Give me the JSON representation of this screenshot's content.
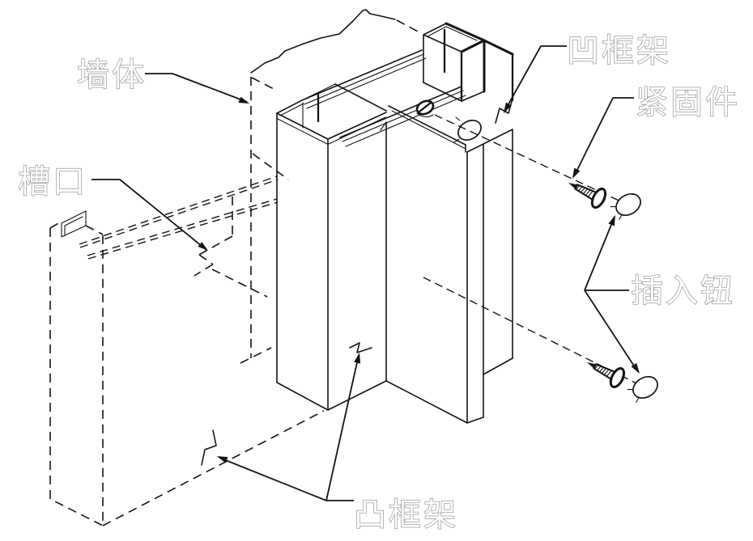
{
  "page": {
    "background": "#ffffff"
  },
  "drawing": {
    "type": "exploded isometric assembly line drawing",
    "line_color": "#141414",
    "label_outline_color": "#8a8a8a",
    "labels": {
      "wall": "墙体",
      "slot": "槽口",
      "concave_frame": "凹框架",
      "fastener": "紧固件",
      "insert_button": "插入钮",
      "convex_frame": "凸框架"
    }
  }
}
